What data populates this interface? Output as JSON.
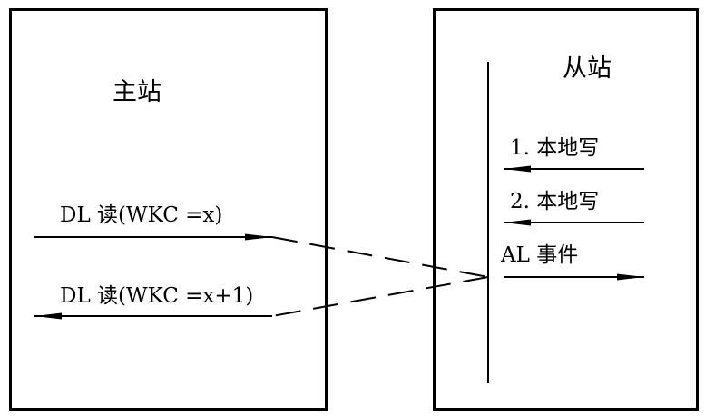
{
  "master": {
    "title": "主站",
    "messages": [
      {
        "label": "DL 读(WKC =x)"
      },
      {
        "label": "DL 读(WKC =x+1)"
      }
    ]
  },
  "slave": {
    "title": "从站",
    "events": [
      {
        "label": "1. 本地写"
      },
      {
        "label": "2. 本地写"
      },
      {
        "label": "AL 事件"
      }
    ]
  },
  "colors": {
    "stroke": "#000000",
    "background": "#ffffff"
  }
}
